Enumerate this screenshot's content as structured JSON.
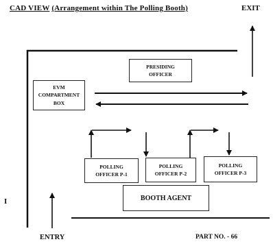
{
  "header": {
    "title_prefix": "CAD VIEW",
    "title_main": "(Arrangement within The Polling Booth)",
    "exit": "EXIT"
  },
  "boxes": {
    "presiding_officer": "PRESIDING OFFICER",
    "evm_compartment": "EVM COMPARTMENT BOX",
    "polling_officer_1": "POLLING OFFICER P-1",
    "polling_officer_2": "POLLING OFFICER P-2",
    "polling_officer_3": "POLLING OFFICER P-3",
    "booth_agent": "BOOTH AGENT"
  },
  "footer": {
    "entry": "ENTRY",
    "part_no": "PART NO. - 66",
    "left_mark": "I"
  }
}
